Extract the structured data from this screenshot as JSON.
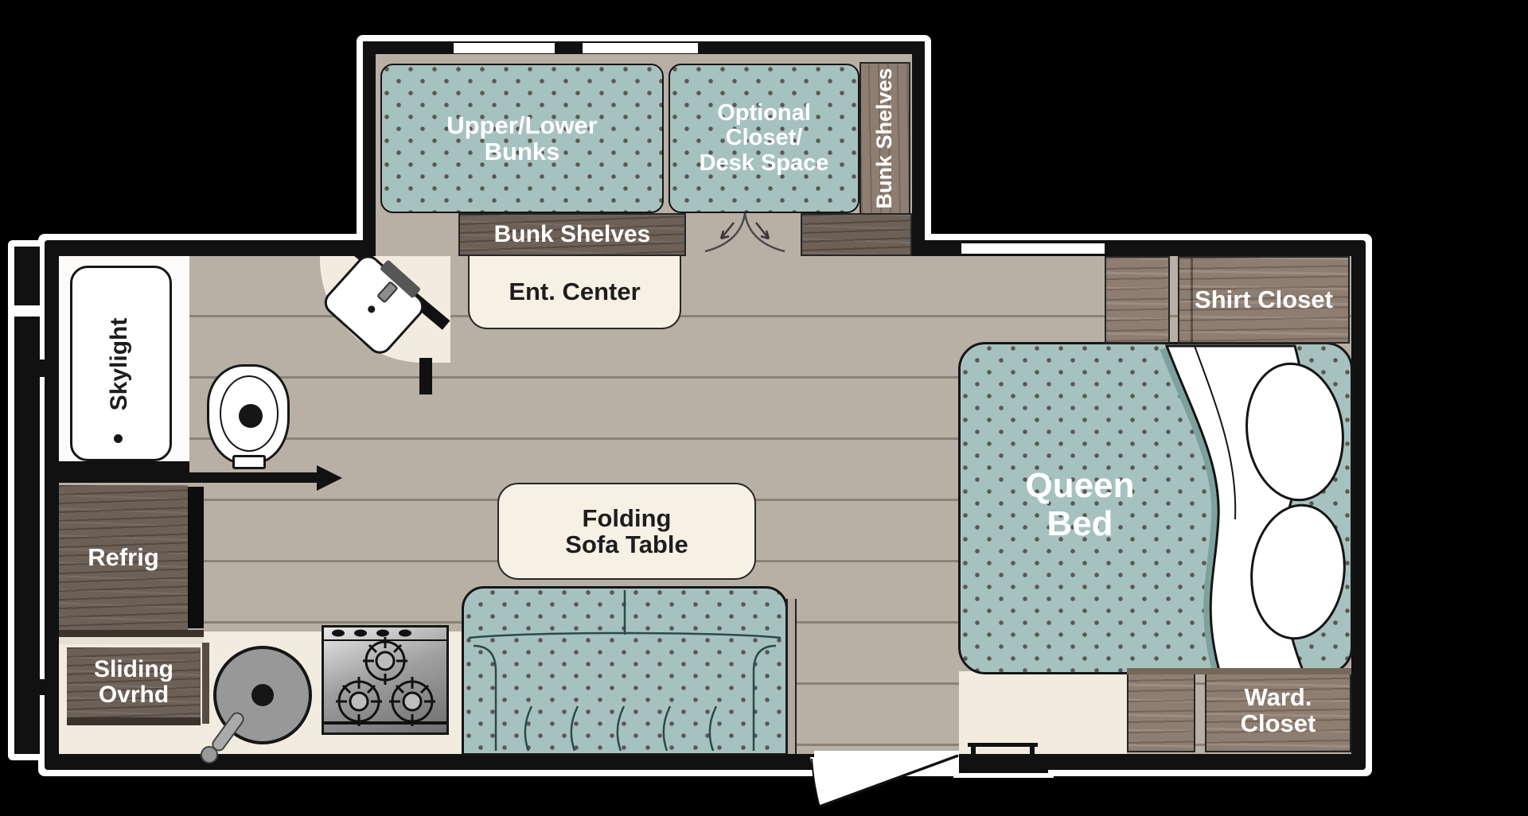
{
  "title": "Travel trailer floor plan",
  "colors": {
    "bg": "#000000",
    "outline": "#ffffff",
    "wall": "#111111",
    "ink": "#161616",
    "floor": "#b8afa5",
    "plank": "#8b8277",
    "cream": "#f2ebdf",
    "cream2": "#f7f0e5",
    "teal": "#a6c2bf",
    "dot": "#5d5751",
    "wood_dark": "#6d6057",
    "wood_light": "#8e7d71",
    "shadow_teal": "#7da19c",
    "text_light": "#ffffff",
    "text_dark": "#1d1d1d",
    "bath_white": "#fcfbf9"
  },
  "rooms": {
    "bunk_area": {
      "upper_lower_bunks": "Upper/Lower\nBunks",
      "optional_closet": "Optional\nCloset/\nDesk Space",
      "bunk_shelves_side": "Bunk Shelves",
      "bunk_shelves_front": "Bunk Shelves"
    },
    "living": {
      "ent_center": "Ent. Center",
      "folding_sofa_table": "Folding\nSofa Table"
    },
    "bathroom": {
      "skylight": "Skylight"
    },
    "kitchen": {
      "refrig": "Refrig",
      "sliding_ovrhd": "Sliding\nOvrhd"
    },
    "bedroom": {
      "queen_bed": "Queen\nBed",
      "shirt_closet": "Shirt Closet",
      "ward_closet": "Ward. Closet"
    }
  }
}
